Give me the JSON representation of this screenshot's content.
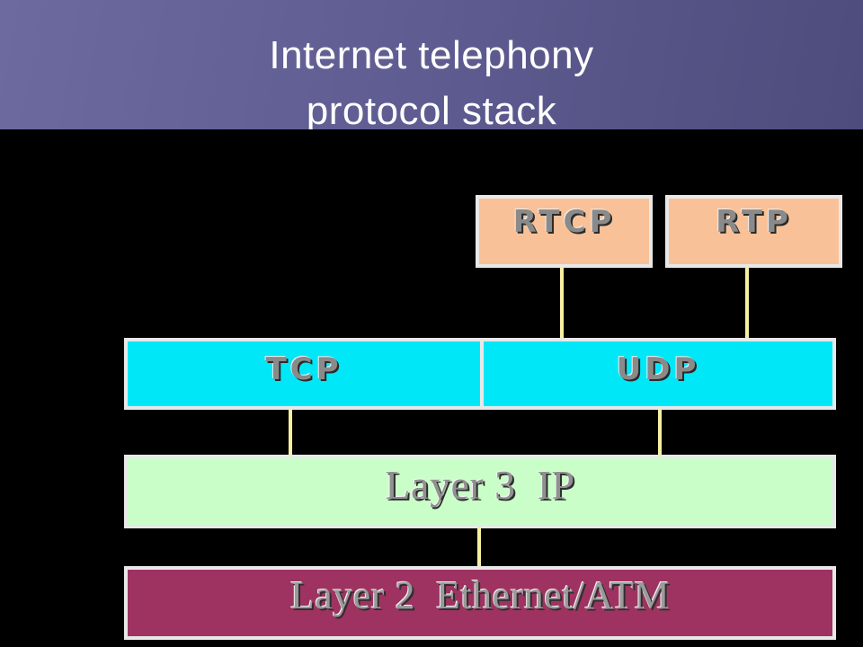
{
  "slide": {
    "title_line1": "Internet telephony",
    "title_line2": "protocol stack"
  },
  "diagram": {
    "rtcp": "RTCP",
    "rtp": "RTP",
    "tcp": "TCP",
    "udp": "UDP",
    "layer3": "Layer 3  IP",
    "layer2": "Layer 2  Ethernet/ATM"
  },
  "colors": {
    "title_band": "#5f5d92",
    "rtcp_rtp_fill": "#f9c197",
    "tcp_udp_fill": "#00e8f8",
    "layer3_fill": "#c9fec9",
    "layer2_fill": "#9e3362",
    "connector": "#f6f0a0",
    "background": "#000000"
  }
}
